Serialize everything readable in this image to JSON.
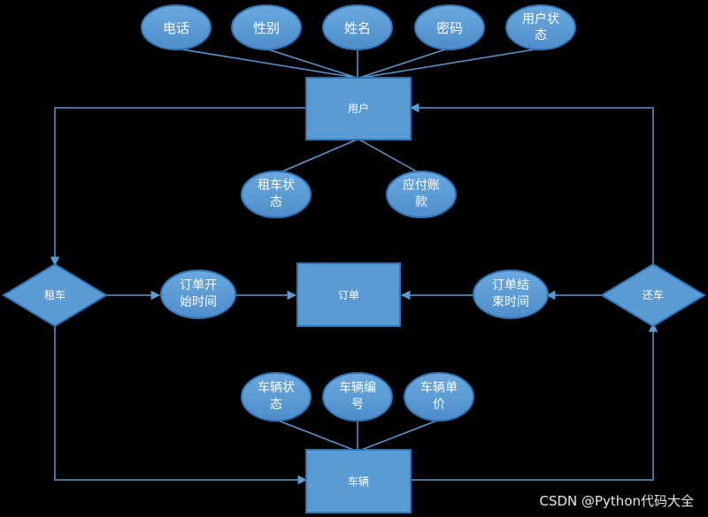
{
  "entities": {
    "user": "用户",
    "order": "订单",
    "vehicle": "车辆"
  },
  "relationships": {
    "rent": "租车",
    "return": "还车"
  },
  "attributes": {
    "phone": "电话",
    "gender": "性别",
    "name": "姓名",
    "password": "密码",
    "user_status": [
      "用户状",
      "态"
    ],
    "rental_status": [
      "租车状",
      "态"
    ],
    "payable_amount": [
      "应付账",
      "款"
    ],
    "order_start_time": [
      "订单开",
      "始时间"
    ],
    "order_end_time": [
      "订单结",
      "束时间"
    ],
    "vehicle_status": [
      "车辆状",
      "态"
    ],
    "vehicle_number": [
      "车辆编",
      "号"
    ],
    "vehicle_unit_price": [
      "车辆单",
      "价"
    ]
  },
  "watermark": "CSDN @Python代码大全",
  "colors": {
    "background": "#000000",
    "shape_fill": "#5b9bd5",
    "shape_stroke": "#2e75b6",
    "line": "#5b9bd5",
    "text": "#ffffff"
  }
}
